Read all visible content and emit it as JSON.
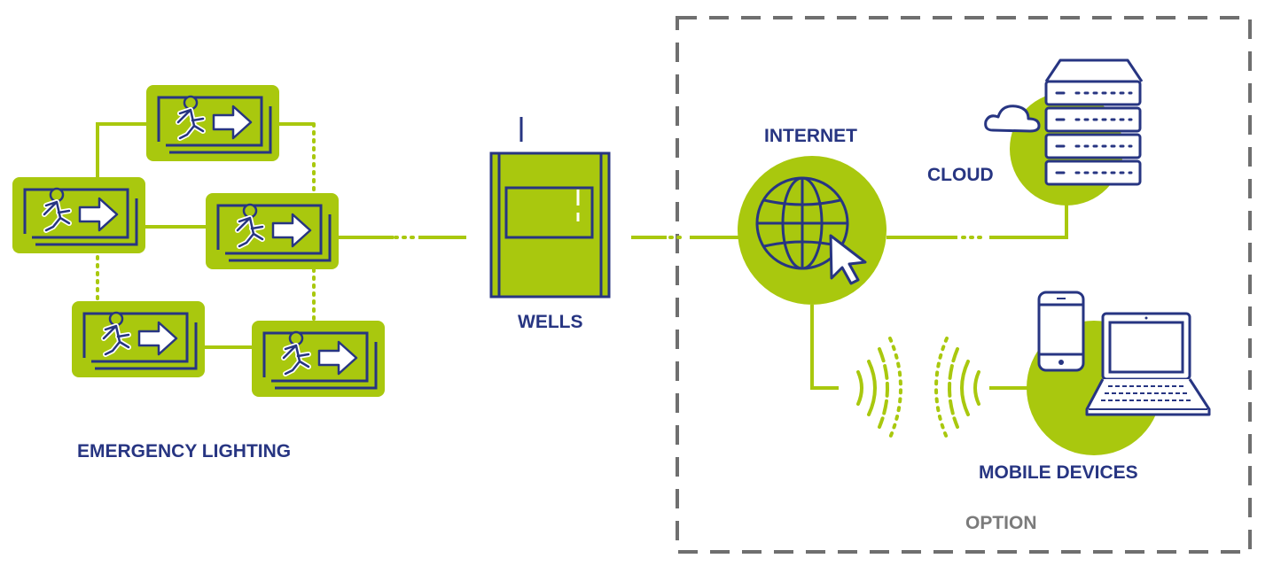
{
  "labels": {
    "emergency_lighting": "EMERGENCY LIGHTING",
    "wells": "WELLS",
    "internet": "INTERNET",
    "cloud": "CLOUD",
    "mobile_devices": "MOBILE DEVICES",
    "option": "OPTION"
  },
  "colors": {
    "accent_green": "#a9c80e",
    "navy": "#273582",
    "option_border": "#6f6f6f"
  },
  "icons": [
    "exit-sign-icon",
    "control-panel-icon",
    "globe-icon",
    "cursor-icon",
    "cloud-icon",
    "server-icon",
    "wifi-signal-icon",
    "smartphone-icon",
    "laptop-icon"
  ]
}
